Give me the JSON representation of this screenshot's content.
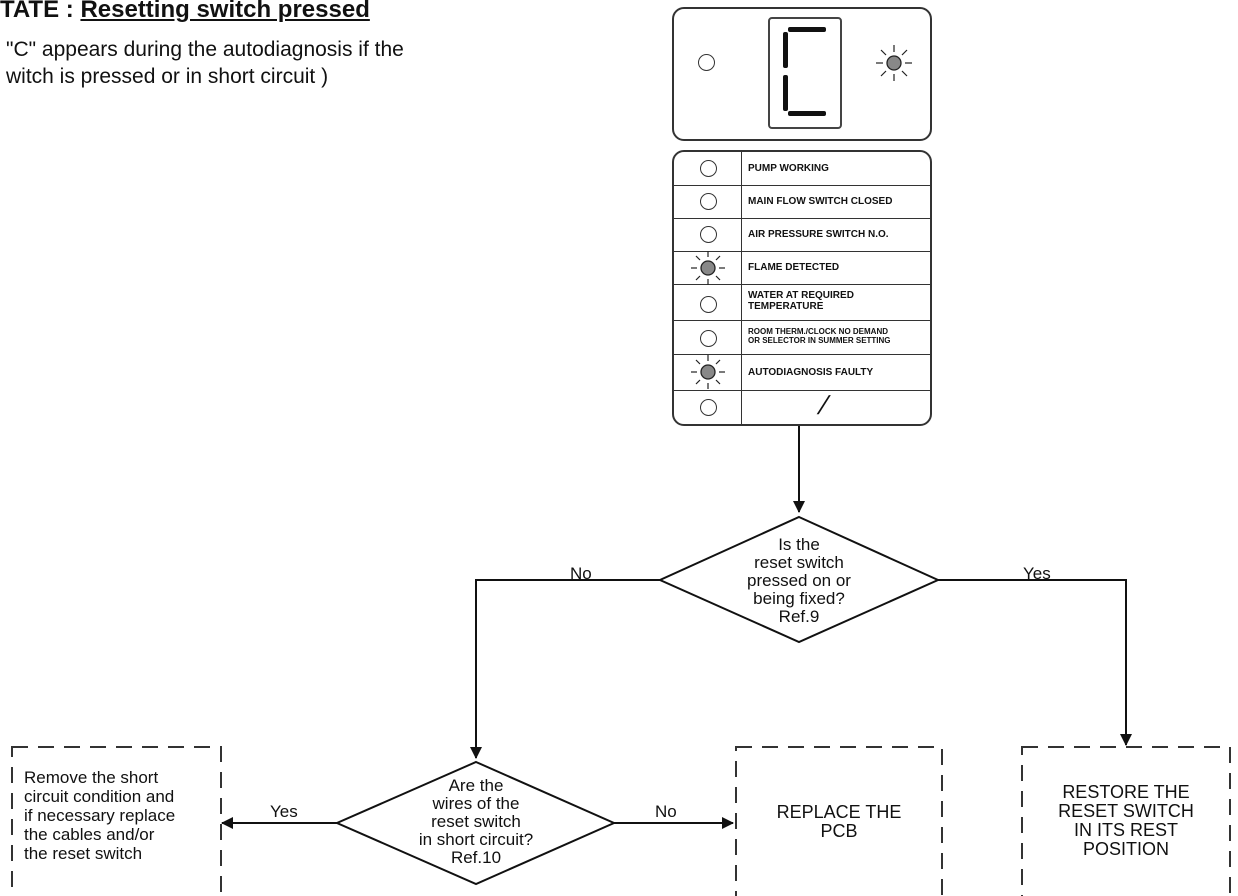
{
  "header": {
    "state_prefix": "TATE : ",
    "title": "Resetting switch pressed",
    "description": "\"C\" appears during the autodiagnosis if the\nwitch is pressed or in short circuit )"
  },
  "display": {
    "code": "C"
  },
  "indicators": [
    {
      "label": "PUMP WORKING",
      "state": "off"
    },
    {
      "label": "MAIN FLOW SWITCH CLOSED",
      "state": "off"
    },
    {
      "label": "AIR PRESSURE SWITCH N.O.",
      "state": "off"
    },
    {
      "label": "FLAME DETECTED",
      "state": "flashing"
    },
    {
      "label": "WATER AT REQUIRED\nTEMPERATURE",
      "state": "off"
    },
    {
      "label": "ROOM THERM./CLOCK NO DEMAND\nOR SELECTOR IN SUMMER SETTING",
      "state": "off"
    },
    {
      "label": "AUTODIAGNOSIS FAULTY",
      "state": "flashing"
    },
    {
      "label": "/",
      "state": "off"
    }
  ],
  "flow": {
    "decision1": "Is the\nreset switch\npressed on or\nbeing fixed?\nRef.9",
    "decision1_no": "No",
    "decision1_yes": "Yes",
    "decision2": "Are the\nwires of the\nreset switch\nin short circuit?\nRef.10",
    "decision2_yes": "Yes",
    "decision2_no": "No",
    "action_short_circuit": "Remove the short\ncircuit condition and\nif necessary replace\nthe cables and/or\nthe reset switch",
    "action_replace_pcb": "REPLACE THE\nPCB",
    "action_restore_switch": "RESTORE THE\nRESET SWITCH\nIN ITS REST\nPOSITION"
  }
}
